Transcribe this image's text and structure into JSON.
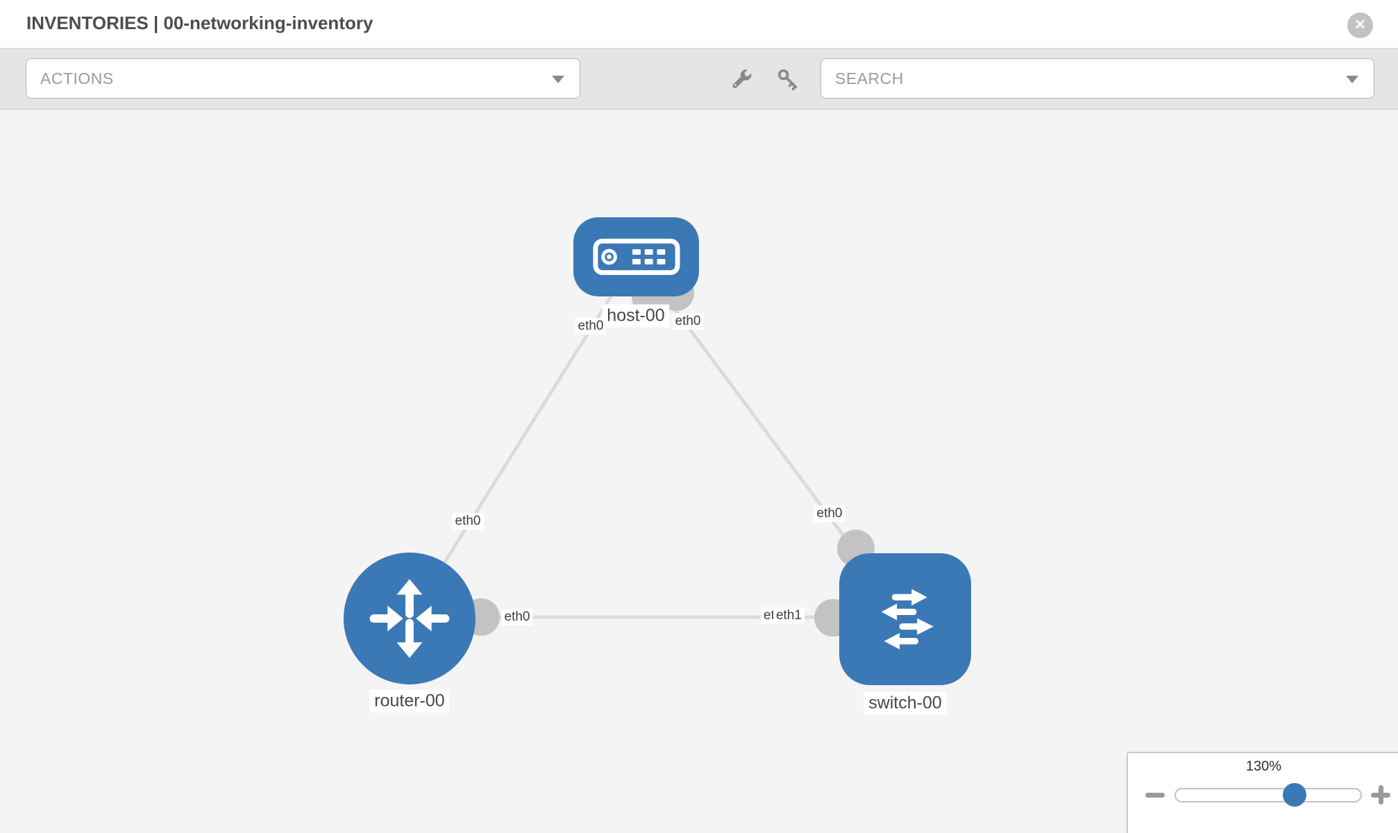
{
  "header": {
    "title": "INVENTORIES | 00-networking-inventory",
    "close_label": "✕"
  },
  "toolbar": {
    "actions_label": "ACTIONS",
    "search_placeholder": "SEARCH"
  },
  "icons": {
    "toolbar": [
      "wrench-icon",
      "key-icon"
    ],
    "node_glyphs": [
      "host-server-icon",
      "router-arrows-icon",
      "switch-arrows-icon"
    ],
    "close": "circle-x-icon"
  },
  "colors": {
    "node_blue": "#3a79b5",
    "edge_gray": "#dbdbdb",
    "connector_gray": "#c3c3c3",
    "toolbar_gray": "#e5e5e5",
    "canvas_gray": "#f4f4f4"
  },
  "topology": {
    "nodes": [
      {
        "label": "host-00",
        "type": "host"
      },
      {
        "label": "router-00",
        "type": "router"
      },
      {
        "label": "switch-00",
        "type": "switch"
      }
    ],
    "edges": [
      {
        "from": "router-00",
        "to": "host-00",
        "from_port": "eth0",
        "to_port": "eth0"
      },
      {
        "from": "host-00",
        "to": "switch-00",
        "from_port": "eth0",
        "to_port": "eth0"
      },
      {
        "from": "router-00",
        "to": "switch-00",
        "from_port": "eth0",
        "to_port": "eth1"
      }
    ],
    "port_labels": [
      {
        "label": "eth0",
        "at": "host-left"
      },
      {
        "label": "eth0",
        "at": "host-right"
      },
      {
        "label": "eth0",
        "at": "edge-host-router"
      },
      {
        "label": "eth0",
        "at": "edge-host-switch"
      },
      {
        "label": "eth0",
        "at": "router-right"
      },
      {
        "label": "eth0",
        "at": "switch-left-under"
      },
      {
        "label": "eth1",
        "at": "switch-left-over"
      }
    ]
  },
  "zoom_control": {
    "level": "130%",
    "minus_label": "−",
    "plus_label": "+"
  }
}
